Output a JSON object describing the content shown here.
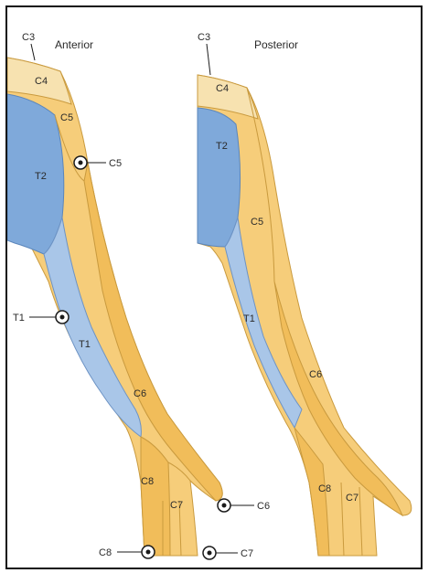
{
  "anterior": {
    "title": "Anterior",
    "labels": {
      "c3": "C3",
      "c4": "C4",
      "c5": "C5",
      "t2": "T2",
      "t1": "T1",
      "c6": "C6",
      "c8": "C8",
      "c7": "C7"
    },
    "points": {
      "c5": "C5",
      "t1": "T1",
      "c6": "C6",
      "c8": "C8",
      "c7": "C7"
    }
  },
  "posterior": {
    "title": "Posterior",
    "labels": {
      "c3": "C3",
      "c4": "C4",
      "t2": "T2",
      "c5": "C5",
      "t1": "T1",
      "c6": "C6",
      "c8": "C8",
      "c7": "C7"
    }
  },
  "colors": {
    "dermatome_yellow": "#f6cd7a",
    "dermatome_orange": "#f1bd5a",
    "dermatome_blue": "#a9c6e8",
    "dermatome_blue_dark": "#7fa9da",
    "point_marker": "#1a1a1a"
  }
}
